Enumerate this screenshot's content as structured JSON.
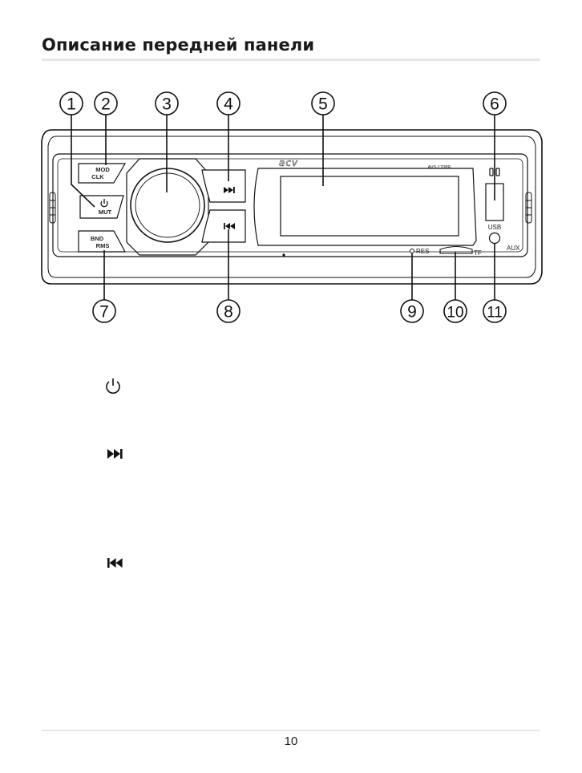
{
  "header": {
    "title": "Описание передней панели"
  },
  "panel": {
    "brand": "ACV",
    "model": "AVS-1708R",
    "buttons": {
      "mod": "MOD",
      "clk": "CLK",
      "mut": "MUT",
      "bnd": "BND",
      "rms": "RMS"
    },
    "ports": {
      "usb": "USB",
      "aux": "AUX",
      "res": "RES",
      "tf": "TF"
    }
  },
  "callouts": [
    "1",
    "2",
    "3",
    "4",
    "5",
    "6",
    "7",
    "8",
    "9",
    "10",
    "11"
  ],
  "legend": [
    {
      "icon": "power-icon"
    },
    {
      "icon": "next-track-icon"
    },
    {
      "icon": "previous-track-icon"
    }
  ],
  "footer": {
    "page_number": "10"
  }
}
